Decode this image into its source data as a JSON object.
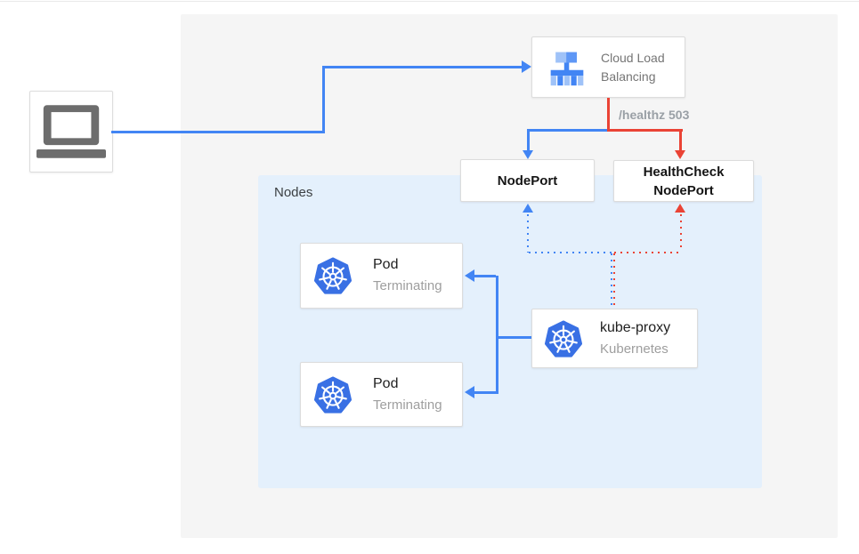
{
  "colors": {
    "accent_blue": "#4285f4",
    "accent_red": "#ea4335",
    "panel_background": "#f5f5f5",
    "nodes_background": "#e4f0fc",
    "kubernetes_blue": "#3970e4",
    "laptop_icon_gray": "#6d6d6d",
    "text_primary": "#212121",
    "text_secondary": "#9e9e9e"
  },
  "client": {
    "icon": "laptop-icon"
  },
  "load_balancer": {
    "icon": "cloud-load-balancing-icon",
    "label_lines": [
      "Cloud Load",
      "Balancing"
    ]
  },
  "health_check_edge": {
    "label": "/healthz 503"
  },
  "node_port": {
    "label": "NodePort"
  },
  "health_check_node_port": {
    "label_lines": [
      "HealthCheck",
      "NodePort"
    ]
  },
  "nodes_group": {
    "label": "Nodes"
  },
  "pods": [
    {
      "icon": "kubernetes-icon",
      "title": "Pod",
      "status": "Terminating"
    },
    {
      "icon": "kubernetes-icon",
      "title": "Pod",
      "status": "Terminating"
    }
  ],
  "kube_proxy": {
    "icon": "kubernetes-icon",
    "title": "kube-proxy",
    "subtitle": "Kubernetes"
  }
}
